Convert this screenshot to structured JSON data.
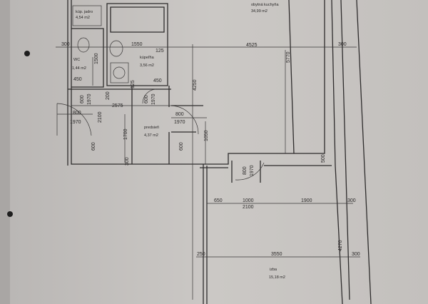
{
  "rooms": {
    "core": {
      "name": "kúp. jadro",
      "area": "4,54 m2"
    },
    "wc": {
      "name": "WC",
      "area": "1,44 m2"
    },
    "bathroom": {
      "name": "kúpeľňa",
      "area": "3,56 m2"
    },
    "hall": {
      "name": "predsieň",
      "area": "4,37 m2"
    },
    "kitchen": {
      "name": "obytná kuchyňa",
      "area": "34,99 m2"
    },
    "room": {
      "name": "izba",
      "area": "15,18 m2"
    }
  },
  "dimensions": [
    "300",
    "1550",
    "125",
    "4525",
    "300",
    "1500",
    "450",
    "450",
    "2575",
    "200",
    "600",
    "1970",
    "600",
    "1970",
    "800",
    "1970",
    "2100",
    "800",
    "1970",
    "1700",
    "600",
    "600",
    "1050",
    "4250",
    "5770",
    "300",
    "500",
    "800",
    "1970",
    "650",
    "1000",
    "1900",
    "2100",
    "300",
    "250",
    "3550",
    "300",
    "4270",
    "125"
  ]
}
